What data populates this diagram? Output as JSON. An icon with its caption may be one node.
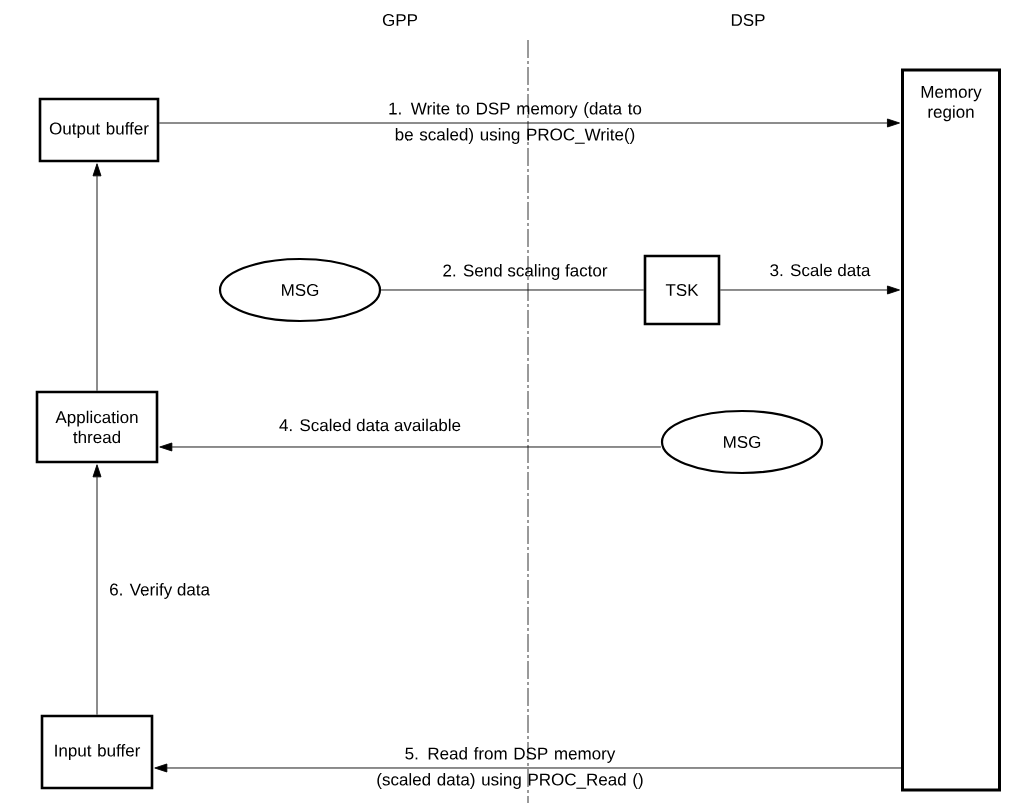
{
  "diagram": {
    "nodes": [
      {
        "text": [
          "Output buffer"
        ]
      },
      {
        "text": [
          "Memory region"
        ]
      },
      {
        "text": [
          "MSG"
        ]
      },
      {
        "text": [
          "TSK"
        ]
      },
      {
        "text": [
          "Application thread"
        ]
      },
      {
        "text": [
          "MSG"
        ]
      },
      {
        "text": [
          "Input buffer"
        ]
      }
    ],
    "edges": [
      {
        "from": 0,
        "to": 1,
        "arrow": "to",
        "label": "1. Write to DSP memory (data to be scaled) using PROC_Write()"
      },
      {
        "from": 2,
        "to": 3,
        "arrow": "none",
        "label": "2. Send scaling factor"
      },
      {
        "from": 3,
        "to": 1,
        "arrow": "to",
        "label": "3. Scale data"
      },
      {
        "from": 5,
        "to": 4,
        "arrow": "to",
        "label": "4. Scaled data available"
      },
      {
        "from": 1,
        "to": 6,
        "arrow": "to",
        "label": "5. Read from DSP memory (scaled data) using PROC_Read ()"
      },
      {
        "from": 6,
        "to": 4,
        "arrow": "to",
        "label": "6. Verify data"
      },
      {
        "from": 4,
        "to": 0,
        "arrow": "to"
      }
    ],
    "labels": [
      "GPP",
      "DSP"
    ]
  }
}
